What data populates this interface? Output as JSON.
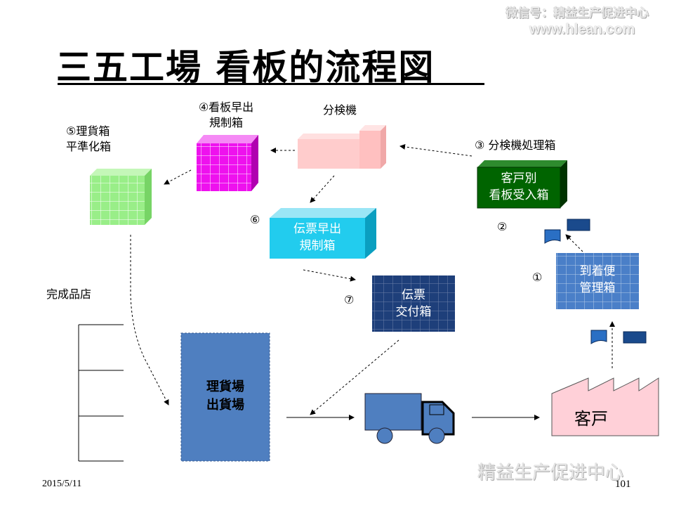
{
  "watermark": {
    "line1": "微信号：精益生产促进中心",
    "line2": "www.hlean.com",
    "bottom": "精益生产促进中心"
  },
  "title": "三五工場 看板的流程図",
  "labels": {
    "heijunka": [
      "⑤理貨箱",
      "平準化箱"
    ],
    "kanban_issue": [
      "④看板早出",
      "規制箱"
    ],
    "sorter": "分検機",
    "sorter_box": "③ 分検機処理箱",
    "customer_box": [
      "客戸別",
      "看板受入箱"
    ],
    "step2": "②",
    "step6": "⑥",
    "slip_issue": [
      "伝票早出",
      "規制箱"
    ],
    "step1": "①",
    "arrival": [
      "到着便",
      "管理箱"
    ],
    "finished_store": "完成品店",
    "step7": "⑦",
    "slip_delivery": [
      "伝票",
      "交付箱"
    ],
    "yard": [
      "理貨場",
      "出貨場"
    ],
    "customer": "客戸"
  },
  "footer": {
    "date": "2015/5/11",
    "page": "101"
  },
  "colors": {
    "heijunka": "#99ee88",
    "kanban_issue": "#ee11ee",
    "sorter": "#ffcccc",
    "customer_box": "#006400",
    "slip_issue": "#22ccee",
    "arrival": "#4a7fc8",
    "slip_delivery": "#1e3f7a",
    "yard": "#4f7fc0",
    "truck": "#4f7fc0",
    "factory": "#ffd0d8"
  }
}
